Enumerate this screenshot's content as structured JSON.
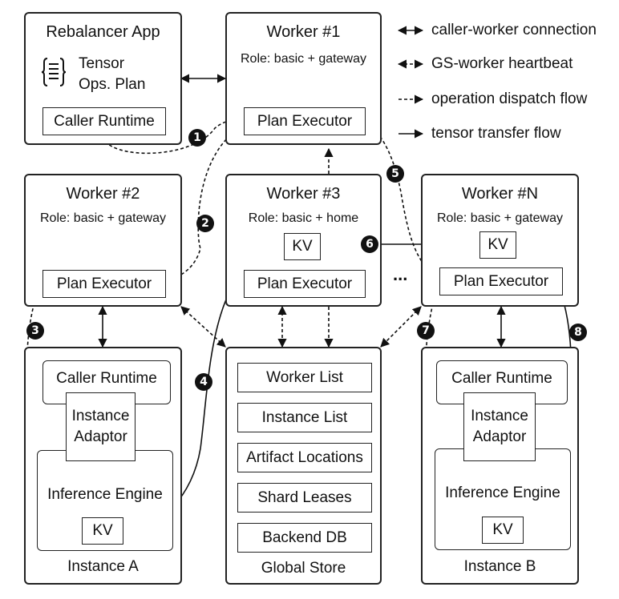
{
  "legend": {
    "caller_worker": "caller-worker connection",
    "gs_heartbeat": "GS-worker heartbeat",
    "dispatch": "operation dispatch flow",
    "tensor": "tensor transfer flow"
  },
  "rebalancer": {
    "title": "Rebalancer App",
    "plan_line1": "Tensor",
    "plan_line2": "Ops. Plan",
    "caller_runtime": "Caller Runtime"
  },
  "worker1": {
    "title": "Worker #1",
    "role": "Role: basic + gateway",
    "executor": "Plan Executor"
  },
  "worker2": {
    "title": "Worker #2",
    "role": "Role: basic + gateway",
    "executor": "Plan Executor"
  },
  "worker3": {
    "title": "Worker #3",
    "role": "Role: basic + home",
    "executor": "Plan Executor",
    "kv": "KV"
  },
  "workerN": {
    "title": "Worker #N",
    "role": "Role: basic + gateway",
    "executor": "Plan Executor",
    "kv": "KV"
  },
  "ellipsis": "...",
  "instanceA": {
    "title": "Instance A",
    "caller_runtime": "Caller Runtime",
    "adaptor_line1": "Instance",
    "adaptor_line2": "Adaptor",
    "engine": "Inference Engine",
    "kv": "KV"
  },
  "instanceB": {
    "title": "Instance B",
    "caller_runtime": "Caller Runtime",
    "adaptor_line1": "Instance",
    "adaptor_line2": "Adaptor",
    "engine": "Inference Engine",
    "kv": "KV"
  },
  "global_store": {
    "title": "Global Store",
    "items": [
      "Worker List",
      "Instance List",
      "Artifact Locations",
      "Shard Leases",
      "Backend DB"
    ]
  },
  "steps": [
    "1",
    "2",
    "3",
    "4",
    "5",
    "6",
    "7",
    "8"
  ]
}
